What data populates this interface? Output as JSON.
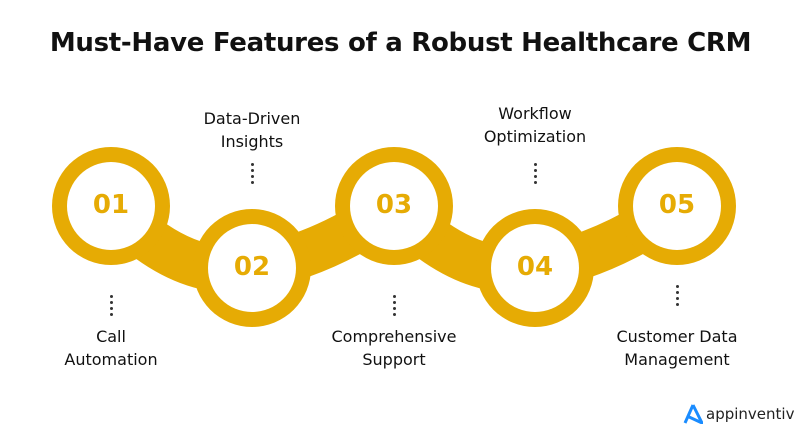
{
  "title": "Must-Have Features of a Robust Healthcare CRM",
  "accent_color": "#E6AB04",
  "steps": [
    {
      "number": "01",
      "label": "Call\nAutomation"
    },
    {
      "number": "02",
      "label": "Data-Driven\nInsights"
    },
    {
      "number": "03",
      "label": "Comprehensive\nSupport"
    },
    {
      "number": "04",
      "label": "Workflow\nOptimization"
    },
    {
      "number": "05",
      "label": "Customer Data\nManagement"
    }
  ],
  "logo": {
    "text": "appinventiv",
    "icon": "appinventiv-logo-icon"
  }
}
